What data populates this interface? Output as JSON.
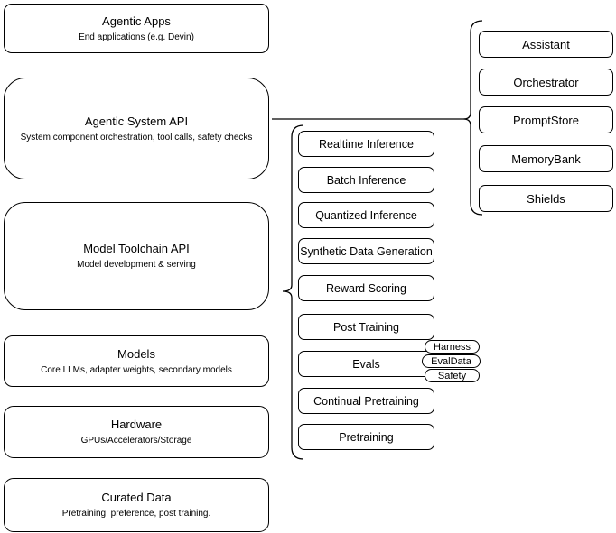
{
  "diagram": {
    "layers": [
      {
        "title": "Agentic Apps",
        "subtitle": "End applications (e.g. Devin)"
      },
      {
        "title": "Agentic System API",
        "subtitle": "System component orchestration, tool calls, safety checks"
      },
      {
        "title": "Model Toolchain API",
        "subtitle": "Model development & serving"
      },
      {
        "title": "Models",
        "subtitle": "Core LLMs, adapter weights, secondary models"
      },
      {
        "title": "Hardware",
        "subtitle": "GPUs/Accelerators/Storage"
      },
      {
        "title": "Curated Data",
        "subtitle": "Pretraining, preference, post training."
      }
    ],
    "toolchain_items": [
      "Realtime Inference",
      "Batch Inference",
      "Quantized Inference",
      "Synthetic Data Generation",
      "Reward Scoring",
      "Post Training",
      "Evals",
      "Continual Pretraining",
      "Pretraining"
    ],
    "evals_tags": [
      "Harness",
      "EvalData",
      "Safety"
    ],
    "system_components": [
      "Assistant",
      "Orchestrator",
      "PromptStore",
      "MemoryBank",
      "Shields"
    ],
    "colors": {
      "stroke": "#000000",
      "fill": "#ffffff",
      "background": "#ffffff"
    }
  }
}
